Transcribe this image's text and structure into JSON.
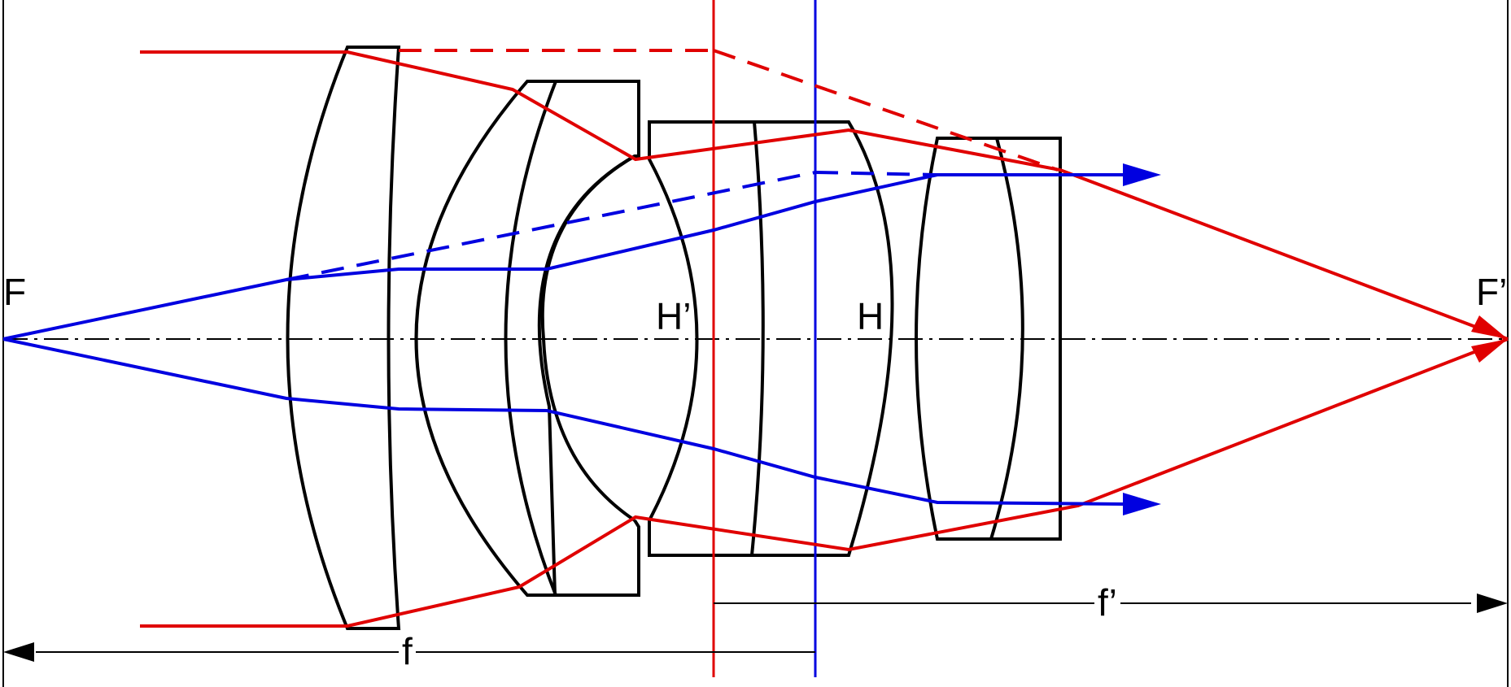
{
  "labels": {
    "front_focal_point": "F",
    "rear_focal_point": "F’",
    "rear_principal_plane": "H’",
    "front_principal_plane": "H",
    "front_focal_length": "f",
    "rear_focal_length": "f’"
  },
  "colors": {
    "lens_outline": "#000000",
    "marginal_ray": "#e00000",
    "chief_ray": "#0000e0",
    "axis": "#000000",
    "background": "#ffffff"
  }
}
